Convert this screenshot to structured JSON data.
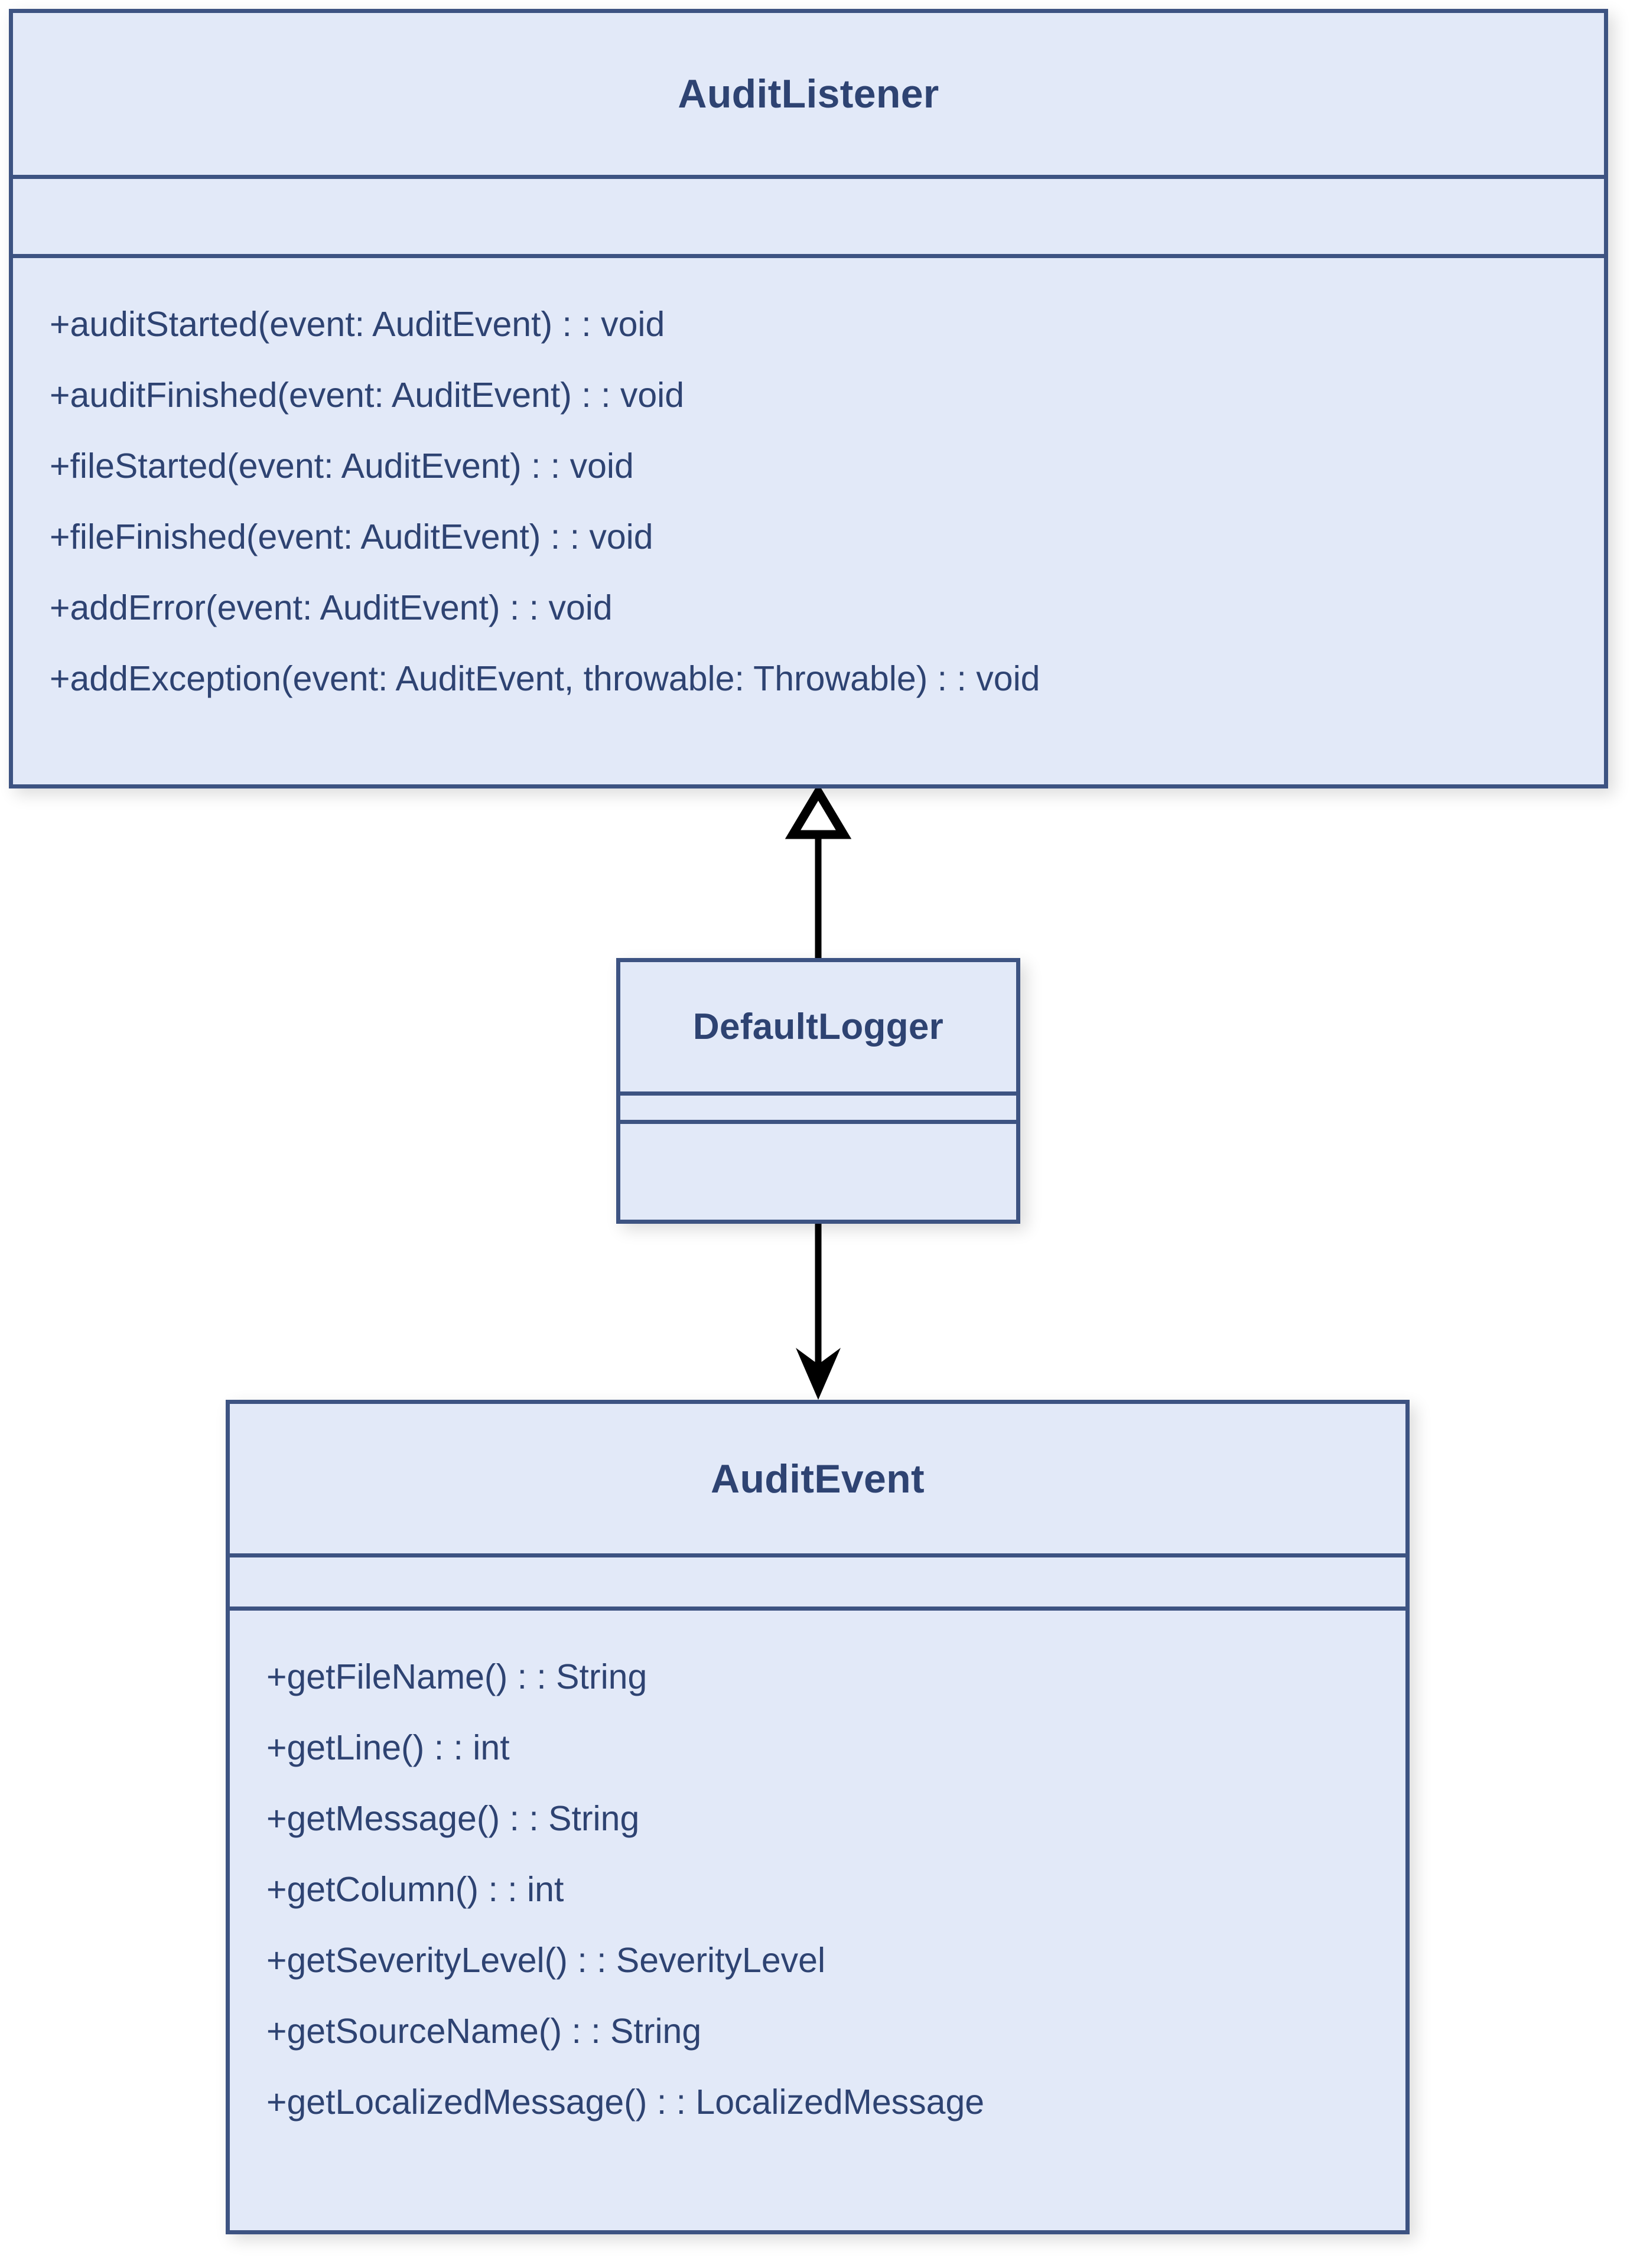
{
  "diagram": {
    "type": "uml-class-diagram",
    "colors": {
      "box_fill": "#e2e9f8",
      "box_border": "#3d5382",
      "text": "#2e4372",
      "connector": "#000000",
      "background": "#ffffff"
    },
    "classes": [
      {
        "id": "audit-listener",
        "name": "AuditListener",
        "attributes": [],
        "methods": [
          "+auditStarted(event: AuditEvent) : : void",
          "+auditFinished(event: AuditEvent) : : void",
          "+fileStarted(event: AuditEvent) : : void",
          "+fileFinished(event: AuditEvent) : : void",
          "+addError(event: AuditEvent) : : void",
          "+addException(event: AuditEvent, throwable: Throwable) : : void"
        ]
      },
      {
        "id": "default-logger",
        "name": "DefaultLogger",
        "attributes": [],
        "methods": []
      },
      {
        "id": "audit-event",
        "name": "AuditEvent",
        "attributes": [],
        "methods": [
          "+getFileName() : : String",
          "+getLine() : : int",
          "+getMessage() : : String",
          "+getColumn() : : int",
          "+getSeverityLevel() : : SeverityLevel",
          "+getSourceName() : : String",
          "+getLocalizedMessage() : : LocalizedMessage"
        ]
      }
    ],
    "relationships": [
      {
        "id": "generalization",
        "from": "DefaultLogger",
        "to": "AuditListener",
        "arrow": "hollow-triangle",
        "direction": "up",
        "label": ""
      },
      {
        "id": "association",
        "from": "DefaultLogger",
        "to": "AuditEvent",
        "arrow": "solid-arrow",
        "direction": "down",
        "label": ""
      }
    ]
  }
}
